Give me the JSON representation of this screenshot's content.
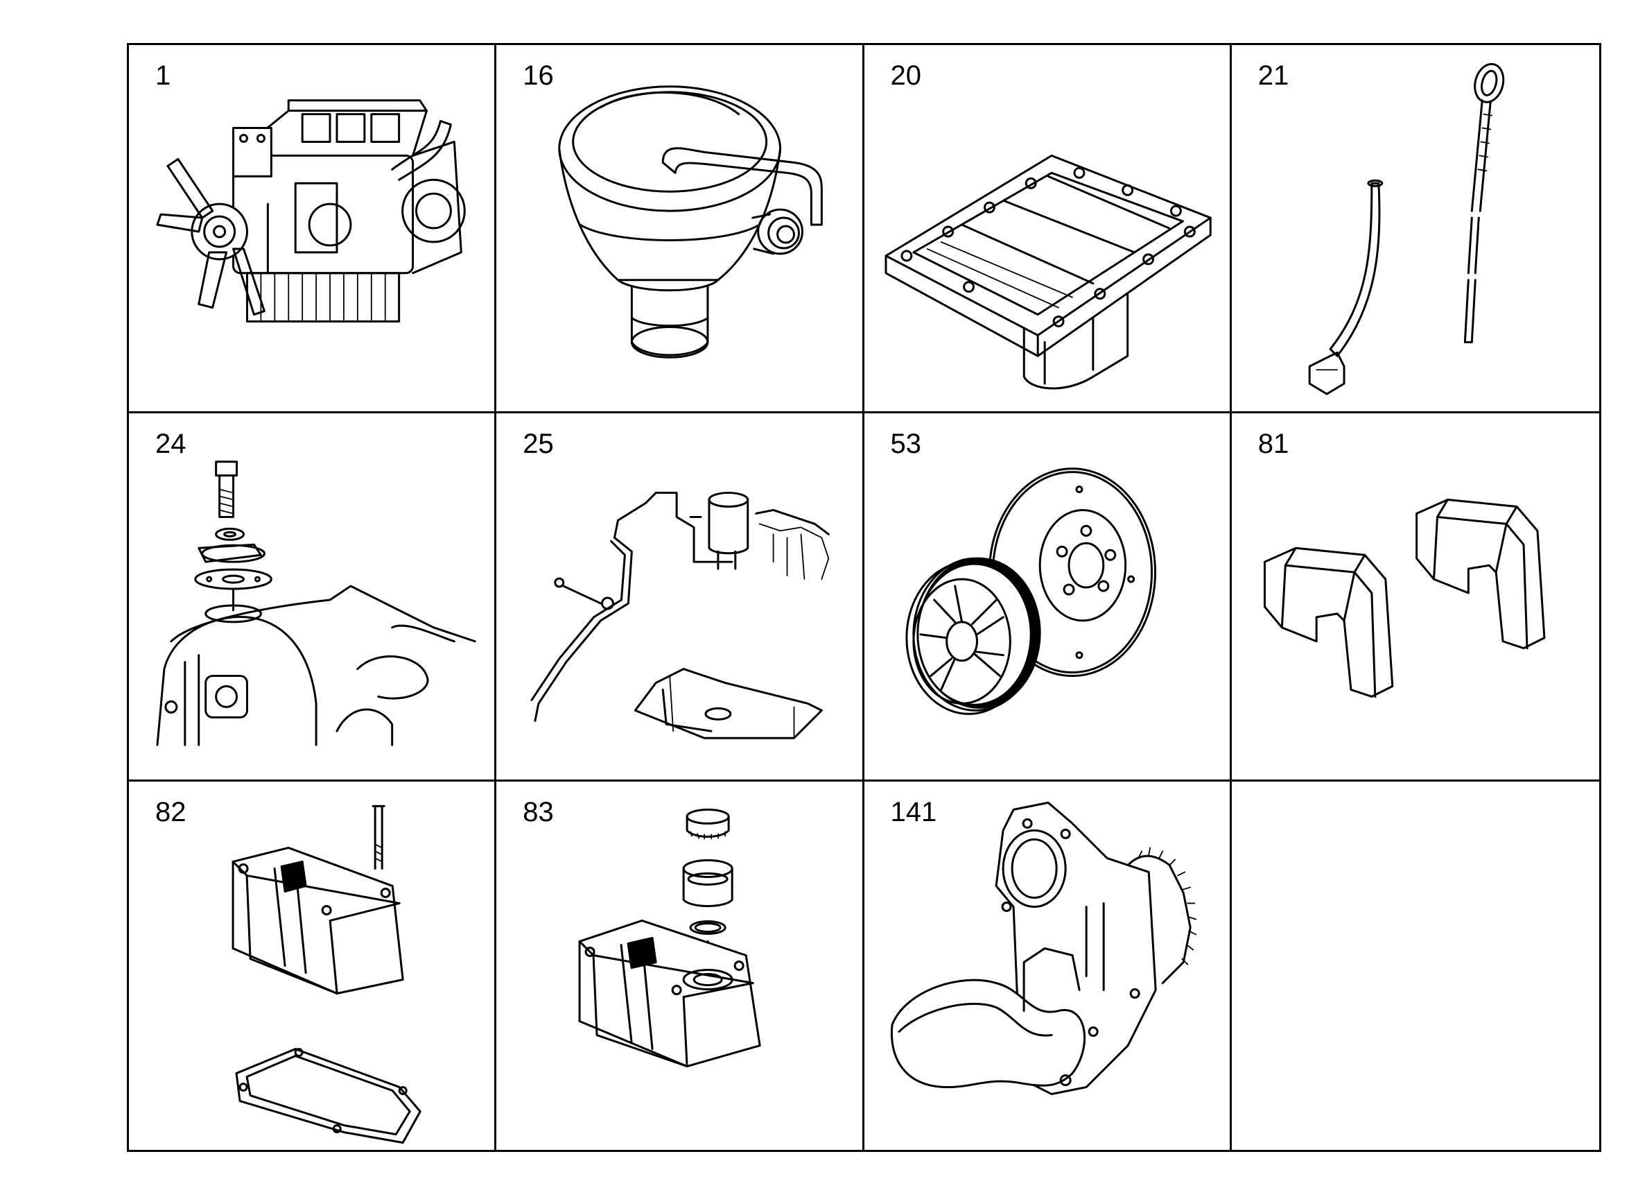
{
  "cells": [
    {
      "label": "1",
      "icon": "engine-icon"
    },
    {
      "label": "16",
      "icon": "breather-housing-icon"
    },
    {
      "label": "20",
      "icon": "oil-pan-frame-icon"
    },
    {
      "label": "21",
      "icon": "dipstick-and-tube-icon"
    },
    {
      "label": "24",
      "icon": "cover-plate-gasket-icon"
    },
    {
      "label": "25",
      "icon": "oil-line-assembly-icon"
    },
    {
      "label": "53",
      "icon": "vibration-damper-pulley-icon"
    },
    {
      "label": "81",
      "icon": "bracket-pair-icon"
    },
    {
      "label": "82",
      "icon": "cylinder-head-cover-gasket-icon"
    },
    {
      "label": "83",
      "icon": "cylinder-head-cover-cap-icon"
    },
    {
      "label": "141",
      "icon": "oil-pump-housing-icon"
    },
    {
      "label": "",
      "icon": ""
    }
  ]
}
